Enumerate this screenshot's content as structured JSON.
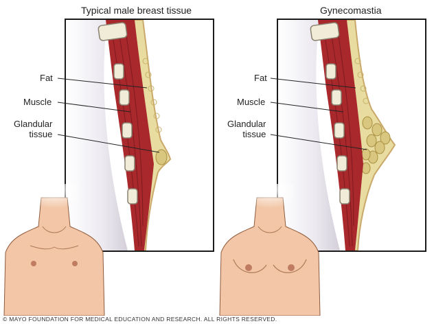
{
  "titles": {
    "left": "Typical male breast tissue",
    "right": "Gynecomastia"
  },
  "labels": {
    "fat": "Fat",
    "muscle": "Muscle",
    "glandular_line1": "Glandular",
    "glandular_line2": "tissue"
  },
  "copyright": "© MAYO FOUNDATION FOR MEDICAL EDUCATION AND RESEARCH. ALL RIGHTS RESERVED.",
  "colors": {
    "muscle": "#a8282c",
    "fat": "#e9dca0",
    "skin": "#f2c6a6",
    "rib": "#f1ecd8",
    "border": "#1a1a1a"
  }
}
